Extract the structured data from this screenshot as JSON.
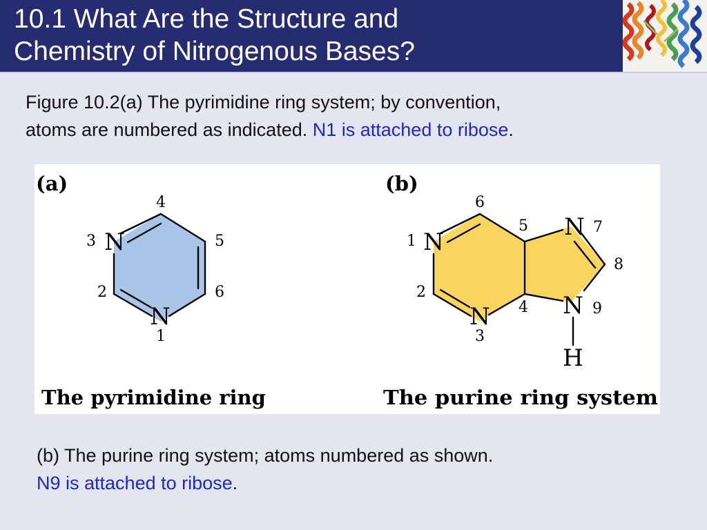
{
  "title": {
    "line1": "10.1 What Are the Structure and",
    "line2": "Chemistry of Nitrogenous Bases?"
  },
  "captions": {
    "a_line1": "Figure 10.2(a)  The pyrimidine ring system;  by convention,",
    "a_line2_plain": "atoms are numbered as indicated.  ",
    "a_line2_highlight": "N1 is attached to ribose",
    "a_line2_end": ".",
    "b_line1": "(b) The purine ring system; atoms numbered as shown.",
    "b_line2_highlight": "N9 is attached to ribose",
    "b_line2_end": "."
  },
  "figure": {
    "panel_a": {
      "label": "(a)",
      "caption": "The pyrimidine ring",
      "fill_color": "#a9c6e8",
      "atoms": {
        "n3": "N",
        "n1": "N"
      },
      "numbers": {
        "n1": "1",
        "n2": "2",
        "n3": "3",
        "n4": "4",
        "n5": "5",
        "n6": "6"
      }
    },
    "panel_b": {
      "label": "(b)",
      "caption": "The purine ring system",
      "fill_color": "#f9d45e",
      "atoms": {
        "n1": "N",
        "n3": "N",
        "n7": "N",
        "n9": "N",
        "h": "H"
      },
      "numbers": {
        "n1": "1",
        "n2": "2",
        "n3": "3",
        "n4": "4",
        "n5": "5",
        "n6": "6",
        "n7": "7",
        "n8": "8",
        "n9": "9"
      }
    }
  },
  "colors": {
    "header_bg": "#252c72",
    "highlight_text": "#1d26cc",
    "slide_bg": "#e3e6f1"
  }
}
